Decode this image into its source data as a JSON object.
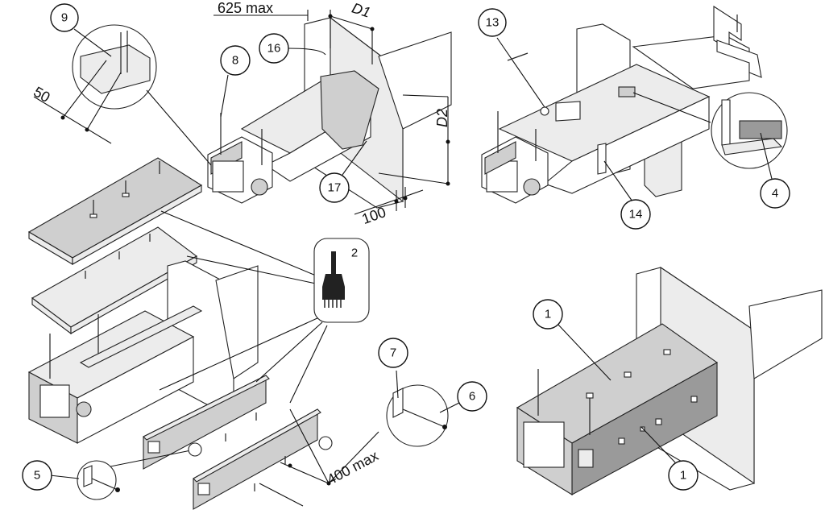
{
  "callouts": {
    "c1a": "1",
    "c1b": "1",
    "c2": "2",
    "c4": "4",
    "c5": "5",
    "c6": "6",
    "c7": "7",
    "c8": "8",
    "c9": "9",
    "c13": "13",
    "c14": "14",
    "c16": "16",
    "c17": "17"
  },
  "dimensions": {
    "d625": "625 max",
    "d1": "D1",
    "d2": "D2",
    "d50": "50",
    "d100": "100",
    "d400": "400 max"
  },
  "icons": {
    "brush": "brush-icon"
  }
}
